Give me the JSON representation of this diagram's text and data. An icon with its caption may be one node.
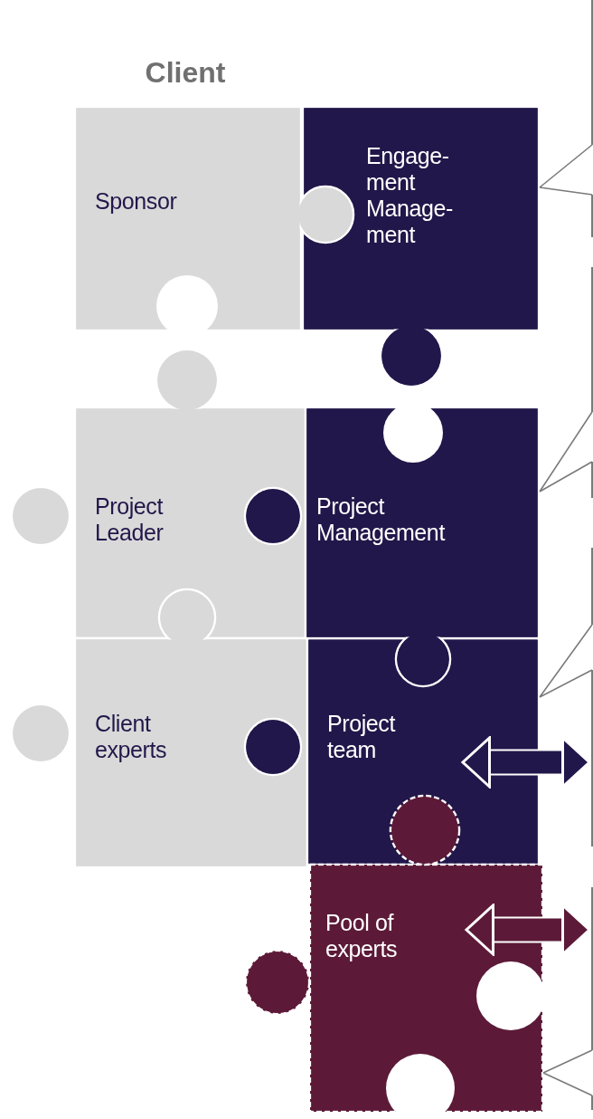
{
  "diagram": {
    "nodes": [
      {
        "text": [
          "Sponsor"
        ]
      },
      {
        "text": [
          "Engage- ment Manage- ment"
        ]
      },
      {
        "text": [
          "Project Leader"
        ]
      },
      {
        "text": [
          "Project Management"
        ]
      },
      {
        "text": [
          "Client experts"
        ]
      },
      {
        "text": [
          "Project team"
        ]
      },
      {
        "text": [
          "Pool of experts"
        ]
      },
      {
        "text": [],
        "shape": "box"
      },
      {
        "text": [],
        "shape": "box"
      },
      {
        "text": [],
        "shape": "box"
      },
      {
        "text": [],
        "shape": "box"
      }
    ],
    "edges": [
      {
        "from": 7,
        "to": 1,
        "arrow": "none"
      },
      {
        "from": 8,
        "to": 3,
        "arrow": "none"
      },
      {
        "from": 9,
        "to": 5,
        "arrow": "none"
      },
      {
        "from": 10,
        "to": 6,
        "arrow": "none"
      },
      {
        "from": 5,
        "to": 9,
        "arrow": "both",
        "style": "thick",
        "color": "#22174a"
      },
      {
        "from": 6,
        "to": 10,
        "arrow": "both",
        "style": "thick",
        "color": "#5c1a38"
      }
    ],
    "labels": [
      "Client"
    ]
  }
}
